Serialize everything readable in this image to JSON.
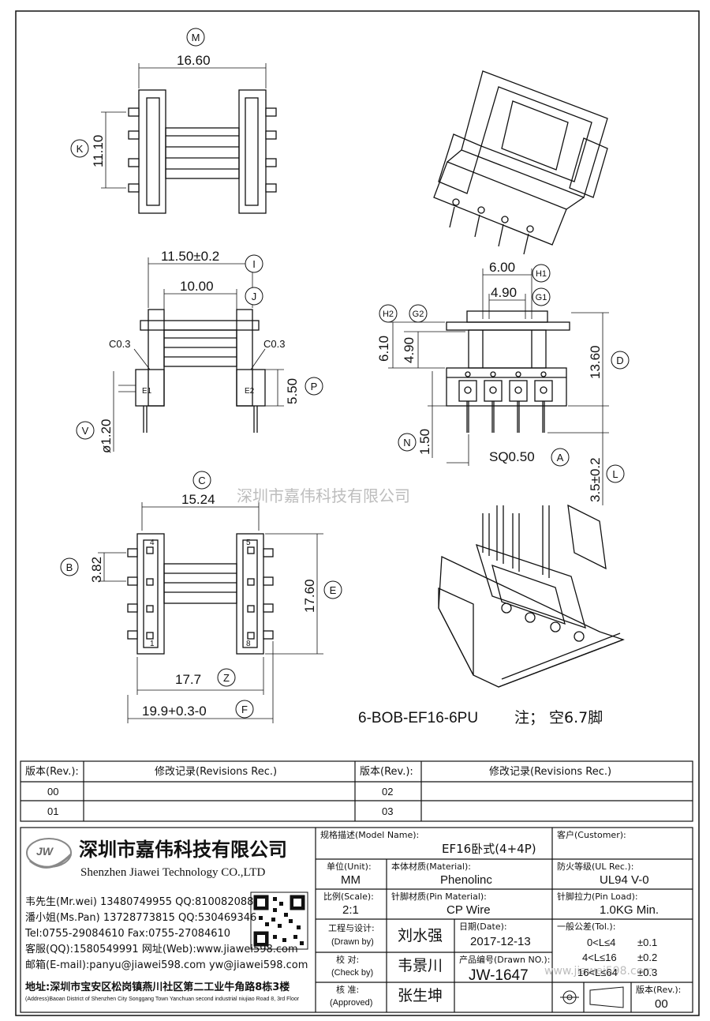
{
  "dimensions": {
    "M": "16.60",
    "K": "11.10",
    "I": "11.50±0.2",
    "J": "10.00",
    "C03_left": "C0.3",
    "C03_right": "C0.3",
    "P": "5.50",
    "V": "ø1.20",
    "H1": "6.00",
    "G1": "4.90",
    "H2": "6.10",
    "G2": "4.90",
    "D": "13.60",
    "N": "1.50",
    "A": "SQ0.50",
    "L": "3.5±0.2",
    "C": "15.24",
    "B": "3.82",
    "E": "17.60",
    "Z": "17.7",
    "F": "19.9+0.3-0"
  },
  "markers": [
    "M",
    "K",
    "I",
    "J",
    "P",
    "V",
    "H1",
    "G1",
    "H2",
    "G2",
    "D",
    "N",
    "A",
    "L",
    "C",
    "B",
    "E",
    "Z",
    "F"
  ],
  "pin_labels": {
    "p4": "4",
    "p5": "5",
    "p1": "1",
    "p8": "8",
    "pE1": "E1",
    "pE2": "E2"
  },
  "watermark": "深圳市嘉伟科技有限公司",
  "watermark_url": "www.jiawei598.com",
  "part_number": "6-BOB-EF16-6PU",
  "note": "注；  空6.7脚",
  "revisions": {
    "header_rev": "版本(Rev.):",
    "header_rec": "修改记录(Revisions Rec.)",
    "rows": [
      [
        "00",
        "",
        "02",
        ""
      ],
      [
        "01",
        "",
        "03",
        ""
      ]
    ]
  },
  "company": {
    "logo_text": "JW",
    "name_cn": "深圳市嘉伟科技有限公司",
    "name_en": "Shenzhen Jiawei Technology CO.,LTD",
    "contacts": [
      "韦先生(Mr.wei) 13480749955 QQ:810082088",
      "潘小姐(Ms.Pan) 13728773815 QQ:530469346",
      "Tel:0755-29084610      Fax:0755-27084610",
      "客服(QQ):1580549991    网址(Web):www.jiawei598.com",
      "邮箱(E-mail):panyu@jiawei598.com  yw@jiawei598.com"
    ],
    "address_cn": "地址:深圳市宝安区松岗镇燕川社区第二工业牛角路8栋3楼",
    "address_en": "(Address)Baoan District of Shenzhen City Songgang Town Yanchuan  second industrial niujiao Road 8, 3rd Floor"
  },
  "title_block": {
    "model_label": "规格描述(Model Name):",
    "model_value": "EF16卧式(4+4P)",
    "customer_label": "客户(Customer):",
    "customer_value": "",
    "unit_label": "单位(Unit):",
    "unit_value": "MM",
    "material_label": "本体材质(Material):",
    "material_value": "Phenolinc",
    "ul_label": "防火等级(UL Rec.):",
    "ul_value": "UL94 V-0",
    "scale_label": "比例(Scale):",
    "scale_value": "2:1",
    "pin_material_label": "针脚材质(Pin Material):",
    "pin_material_value": "CP Wire",
    "pin_load_label": "针脚拉力(Pin Load):",
    "pin_load_value": "1.0KG Min.",
    "drawn_label": "工程与设计:",
    "drawn_label_en": "(Drawn by)",
    "drawn_value": "刘水强",
    "date_label": "日期(Date):",
    "date_value": "2017-12-13",
    "tol_label": "一般公差(Tol.):",
    "tol_rows": [
      [
        "0<L≤4",
        "±0.1"
      ],
      [
        "4<L≤16",
        "±0.2"
      ],
      [
        "16<L≤64",
        "±0.3"
      ]
    ],
    "check_label": "校  对:",
    "check_label_en": "(Check by)",
    "check_value": "韦景川",
    "drawn_no_label": "产品编号(Drawn NO.):",
    "drawn_no_value": "JW-1647",
    "approved_label": "核  准:",
    "approved_label_en": "(Approved)",
    "approved_value": "张生坤",
    "rev_label": "版本(Rev.):",
    "rev_value": "00"
  }
}
